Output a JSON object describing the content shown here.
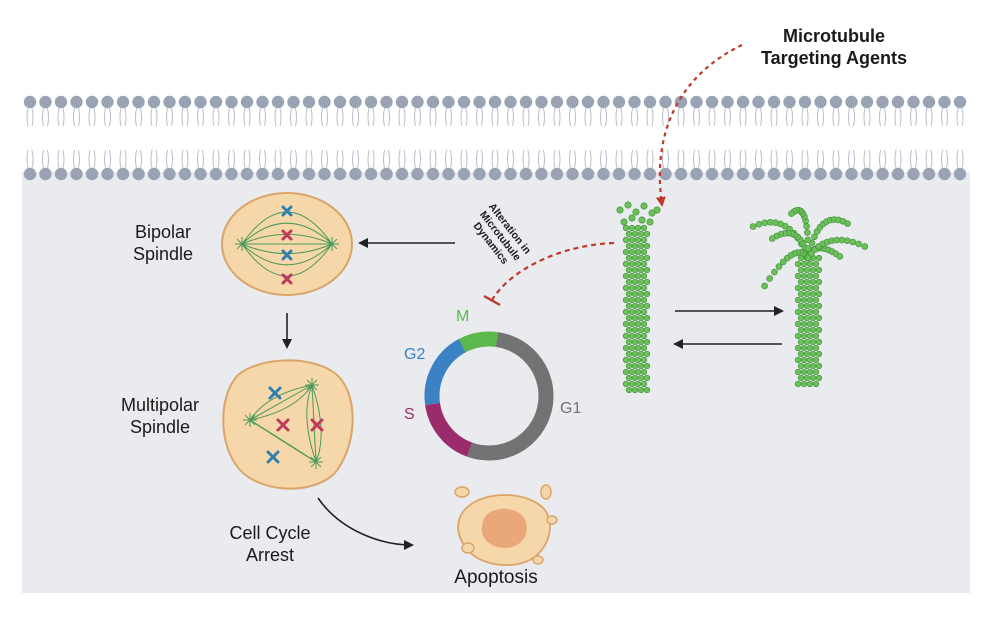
{
  "labels": {
    "agents_line1": "Microtubule",
    "agents_line2": "Targeting Agents",
    "bipolar_line1": "Bipolar",
    "bipolar_line2": "Spindle",
    "multipolar_line1": "Multipolar",
    "multipolar_line2": "Spindle",
    "arrest_line1": "Cell Cycle",
    "arrest_line2": "Arrest",
    "apoptosis": "Apoptosis",
    "alteration_line1": "Alteration in",
    "alteration_line2": "Microtubule",
    "alteration_line3": "Dynamics"
  },
  "cell_cycle": {
    "phases": [
      {
        "name": "M",
        "color": "#5bb84a"
      },
      {
        "name": "G2",
        "color": "#3b82c4"
      },
      {
        "name": "S",
        "color": "#9b2c6b"
      },
      {
        "name": "G1",
        "color": "#737373"
      }
    ]
  },
  "colors": {
    "membrane_head": "#9aa3b3",
    "cytoplasm": "#e9ebef",
    "inhibit_arrow": "#c0392b",
    "microtubule": "#6cc05a",
    "cell_fill": "#f6d7aa",
    "cell_stroke": "#d9a56a"
  }
}
